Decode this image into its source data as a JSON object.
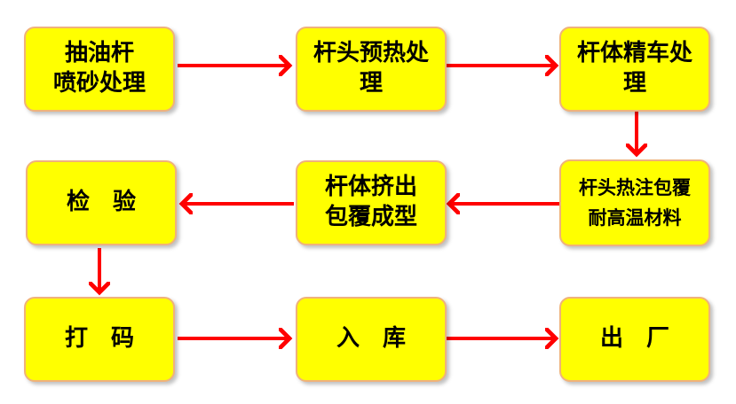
{
  "colors": {
    "box_fill": "#ffff00",
    "box_border": "#f0b27a",
    "arrow": "#ff0000"
  },
  "nodes": {
    "n1": "抽油杆\n喷砂处理",
    "n2": "杆头预热处\n理",
    "n3": "杆体精车处\n理",
    "n4": "杆头热注包覆\n耐高温材料",
    "n5": "杆体挤出\n包覆成型",
    "n6": "检　验",
    "n7": "打　码",
    "n8": "入　库",
    "n9": "出　厂"
  }
}
